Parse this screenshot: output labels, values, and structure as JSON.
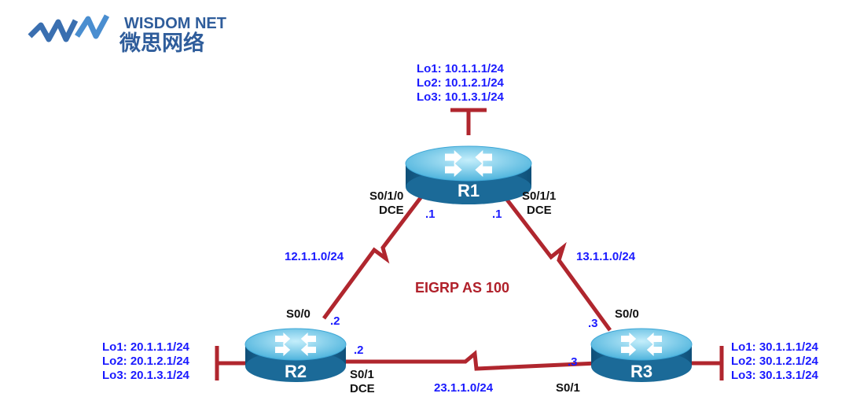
{
  "logo": {
    "name": "WISDOM NET",
    "subtitle": "微思网络"
  },
  "protocol_label": "EIGRP AS 100",
  "routers": {
    "r1": {
      "name": "R1",
      "loopbacks": [
        "Lo1: 10.1.1.1/24",
        "Lo2: 10.1.2.1/24",
        "Lo3: 10.1.3.1/24"
      ]
    },
    "r2": {
      "name": "R2",
      "loopbacks": [
        "Lo1: 20.1.1.1/24",
        "Lo2: 20.1.2.1/24",
        "Lo3: 20.1.3.1/24"
      ]
    },
    "r3": {
      "name": "R3",
      "loopbacks": [
        "Lo1: 30.1.1.1/24",
        "Lo2: 30.1.2.1/24",
        "Lo3: 30.1.3.1/24"
      ]
    }
  },
  "links": {
    "r1_r2": {
      "network": "12.1.1.0/24",
      "r1_interface": "S0/1/0",
      "r1_dce": "DCE",
      "r1_host": ".1",
      "r2_interface": "S0/0",
      "r2_host": ".2"
    },
    "r1_r3": {
      "network": "13.1.1.0/24",
      "r1_interface": "S0/1/1",
      "r1_dce": "DCE",
      "r1_host": ".1",
      "r3_interface": "S0/0",
      "r3_host": ".3"
    },
    "r2_r3": {
      "network": "23.1.1.0/24",
      "r2_interface": "S0/1",
      "r2_dce": "DCE",
      "r2_host": ".2",
      "r3_interface": "S0/1",
      "r3_host": ".3"
    }
  },
  "colors": {
    "link": "#b0262e",
    "address": "#1a1aff",
    "interface": "#111111",
    "router_top": "#7fd3ee",
    "router_side": "#1a6f9c"
  }
}
